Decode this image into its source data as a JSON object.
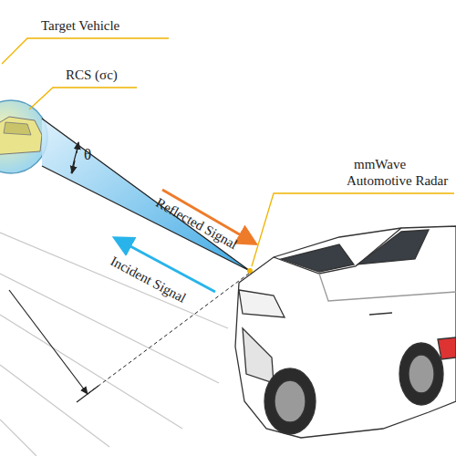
{
  "diagram": {
    "labels": [
      "Target Vehicle",
      "RCS (σc)",
      "θ",
      "Reflected Signal",
      "Incident Signal",
      "mmWave",
      "Automotive Radar"
    ]
  }
}
